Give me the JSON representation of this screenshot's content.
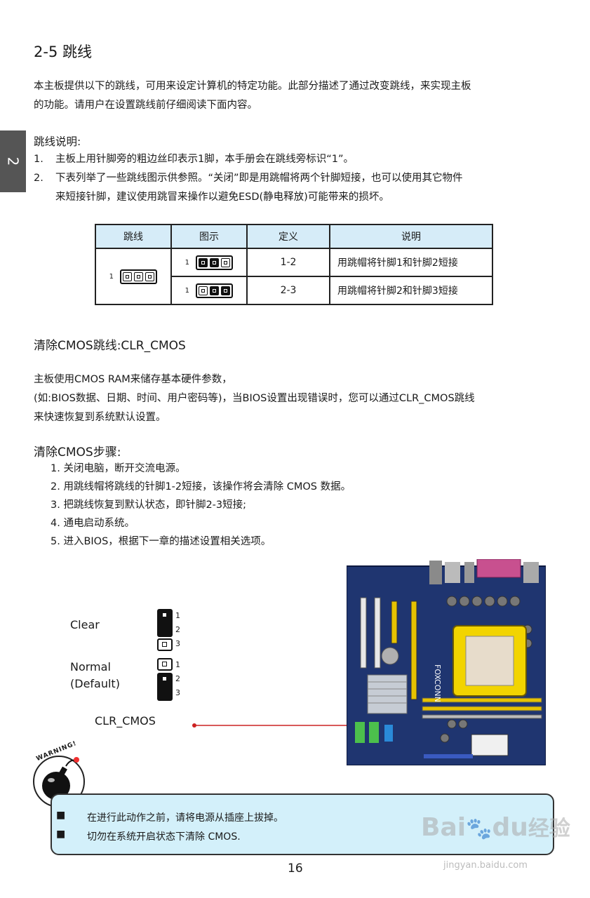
{
  "section_title": "2-5 跳线",
  "side_tab": "2",
  "intro": [
    "本主板提供以下的跳线，可用来设定计算机的特定功能。此部分描述了通过改变跳线，来实现主板",
    "的功能。请用户在设置跳线前仔细阅读下面内容。"
  ],
  "jumper_desc": {
    "heading": "跳线说明:",
    "items": [
      {
        "num": "1.",
        "text": "主板上用针脚旁的粗边丝印表示1脚，本手册会在跳线旁标识“1”。"
      },
      {
        "num": "2.",
        "text": "下表列举了一些跳线图示供参照。“关闭”即是用跳帽将两个针脚短接，也可以使用其它物件",
        "cont": "来短接针脚，建议使用跳冒来操作以避免ESD(静电释放)可能带来的损坏。"
      }
    ]
  },
  "table": {
    "headers": [
      "跳线",
      "图示",
      "定义",
      "说明"
    ],
    "pin_label": "1",
    "rows": [
      {
        "definition": "1-2",
        "description": "用跳帽将针脚1和针脚2短接"
      },
      {
        "definition": "2-3",
        "description": "用跳帽将针脚2和针脚3短接"
      }
    ]
  },
  "clr_cmos": {
    "heading": "清除CMOS跳线:CLR_CMOS",
    "desc": [
      "主板使用CMOS RAM来储存基本硬件参数，",
      "(如:BIOS数据、日期、时间、用户密码等)，当BIOS设置出现错误时，您可以通过CLR_CMOS跳线",
      "来快速恢复到系统默认设置。"
    ],
    "steps_heading": "清除CMOS步骤:",
    "steps": [
      "1. 关闭电脑，断开交流电源。",
      "2. 用跳线帽将跳线的针脚1-2短接，该操作将会清除  CMOS  数据。",
      "3. 把跳线恢复到默认状态，即针脚2-3短接;",
      "4. 通电启动系统。",
      "5. 进入BIOS，根据下一章的描述设置相关选项。"
    ]
  },
  "diagram": {
    "clear_label": "Clear",
    "normal_label": "Normal",
    "default_label": "(Default)",
    "pin_numbers": [
      "1",
      "2",
      "3"
    ],
    "jumper_name": "CLR_CMOS",
    "board_brand": "FOXCONN"
  },
  "warning": {
    "badge": "WARNING!",
    "items": [
      "在进行此动作之前，请将电源从插座上拔掉。",
      "切勿在系统开启状态下清除 CMOS."
    ],
    "bullet": "■"
  },
  "page_number": "16",
  "watermark": {
    "brand": "Bai",
    "brand2": "du",
    "cn": "经验",
    "url": "jingyan.baidu.com"
  },
  "colors": {
    "table_header": "#d6ecf8",
    "warning_bg": "#d3f0fa",
    "leader_line": "#cc2222",
    "tab": "#555555"
  }
}
